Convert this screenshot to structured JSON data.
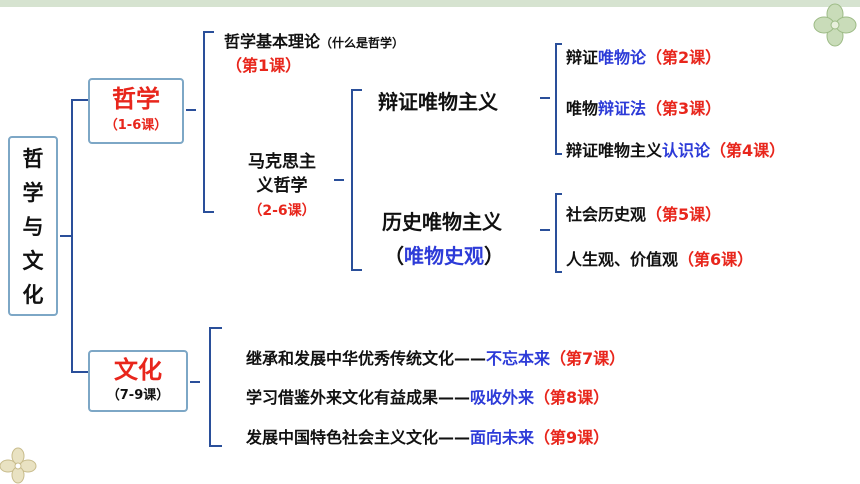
{
  "root": {
    "chars": [
      "哲",
      "学",
      "与",
      "文",
      "化"
    ]
  },
  "philosophy": {
    "title": "哲学",
    "range": "（1-6课）"
  },
  "culture": {
    "title": "文化",
    "range": "（7-9课）"
  },
  "basic_theory": {
    "title": "哲学基本理论",
    "sub": "（什么是哲学）",
    "lesson": "（第1课）"
  },
  "marxist": {
    "line1": "马克思主",
    "line2": "义哲学",
    "range": "（2-6课）"
  },
  "dialectical": {
    "title": "辩证唯物主义"
  },
  "historical": {
    "title": "历史唯物主义",
    "paren_open": "（",
    "highlight": "唯物史观",
    "paren_close": "）"
  },
  "dialectical_items": [
    {
      "prefix": "辩证",
      "highlight": "唯物论",
      "lesson": "（第2课）"
    },
    {
      "prefix": "唯物",
      "highlight": "辩证法",
      "lesson": "（第3课）"
    },
    {
      "prefix": "辩证唯物主义",
      "highlight": "认识论",
      "lesson": "（第4课）"
    }
  ],
  "historical_items": [
    {
      "prefix": "社会历史观",
      "lesson": "（第5课）"
    },
    {
      "prefix": "人生观、价值观",
      "lesson": "（第6课）"
    }
  ],
  "culture_items": [
    {
      "prefix": "继承和发展中华优秀传统文化——",
      "highlight": "不忘本来",
      "lesson": "（第7课）"
    },
    {
      "prefix": "学习借鉴外来文化有益成果——",
      "highlight": "吸收外来",
      "lesson": "（第8课）"
    },
    {
      "prefix": "发展中国特色社会主义文化——",
      "highlight": "面向未来",
      "lesson": "（第9课）"
    }
  ],
  "colors": {
    "accent_red": "#e8261c",
    "accent_blue": "#2d3bd8",
    "line": "#2a4f9a",
    "box_border": "#7da7c6"
  }
}
